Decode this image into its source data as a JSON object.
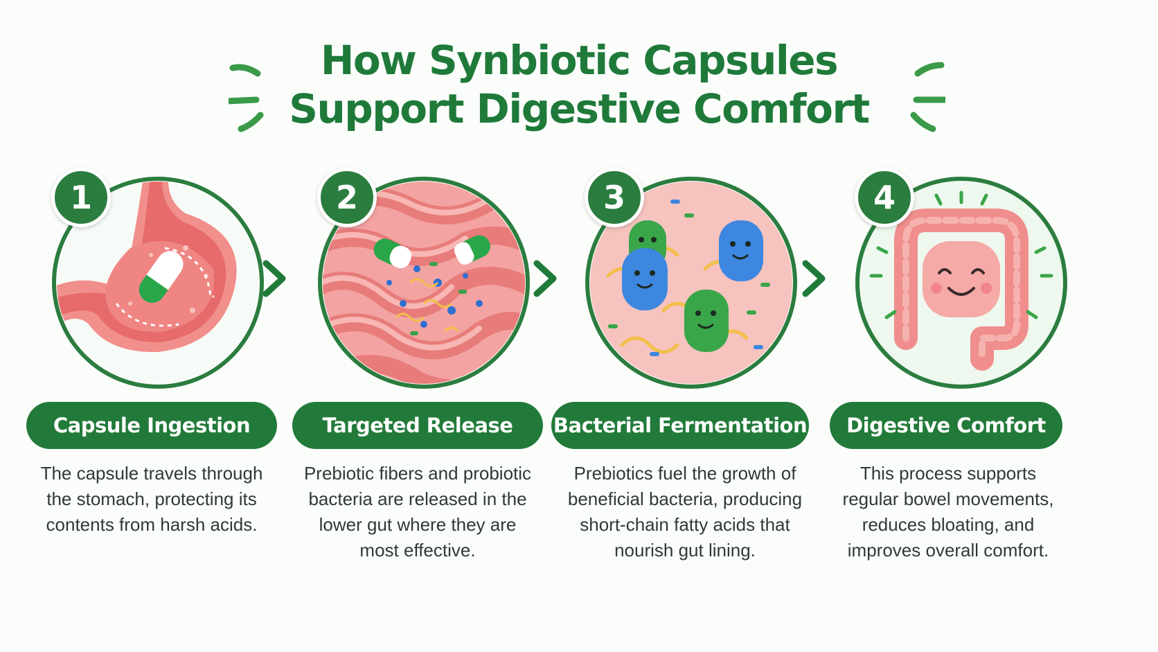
{
  "title": {
    "line1": "How Synbiotic Capsules",
    "line2": "Support Digestive Comfort"
  },
  "colors": {
    "brand_green": "#227a3a",
    "badge_green": "#2b7d3f",
    "circle_border": "#2b7d3f",
    "tissue_pink": "#f0908f",
    "text_dark": "#2f3a34"
  },
  "steps": [
    {
      "number": "1",
      "label": "Capsule Ingestion",
      "description": "The capsule travels through the stomach, protecting its contents from harsh acids.",
      "icon": "stomach-capsule-illustration"
    },
    {
      "number": "2",
      "label": "Targeted Release",
      "description": "Prebiotic fibers and probiotic bacteria are released in the lower gut where they are most effective.",
      "icon": "intestine-release-illustration"
    },
    {
      "number": "3",
      "label": "Bacterial Fermentation",
      "description": "Prebiotics fuel the growth of beneficial bacteria, producing short-chain fatty acids that nourish gut lining.",
      "icon": "bacteria-fermentation-illustration"
    },
    {
      "number": "4",
      "label": "Digestive Comfort",
      "description": "This process supports regular bowel movements, reduces bloating, and improves overall comfort.",
      "icon": "happy-colon-illustration"
    }
  ],
  "connectors": [
    "chevron-right-icon",
    "chevron-right-icon",
    "chevron-right-icon"
  ]
}
